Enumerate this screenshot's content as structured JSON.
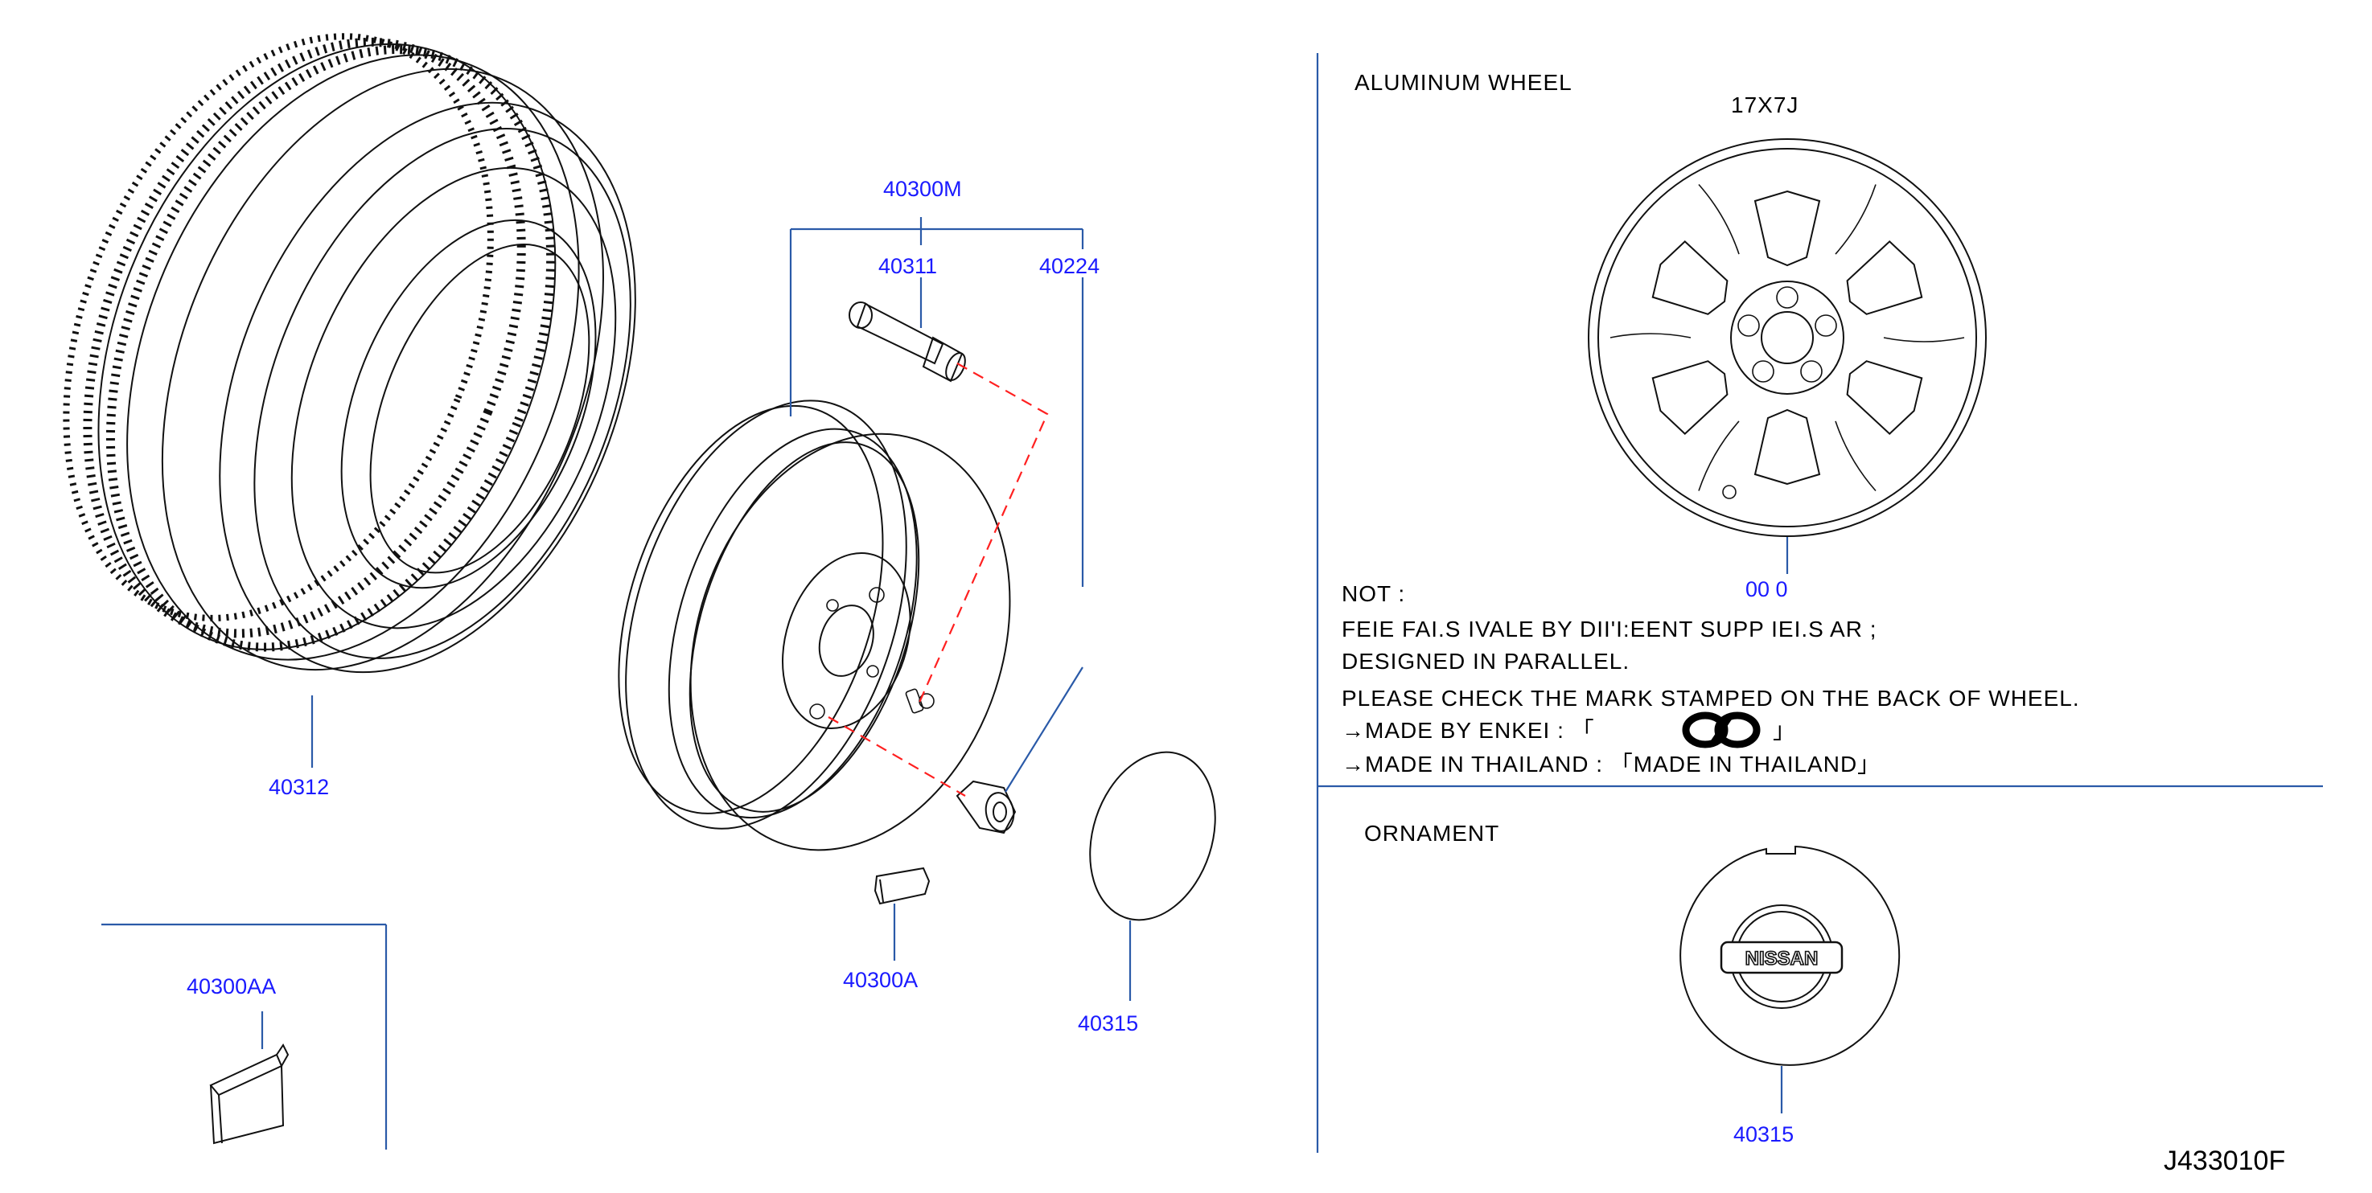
{
  "part_labels": {
    "tire": "40312",
    "wheel_assembly": "40300M",
    "valve": "40311",
    "nut": "40224",
    "balance_weight": "40300A",
    "cap": "40315",
    "weight_block": "40300AA",
    "ornament_cap": "40315",
    "alloy_wheel_partial": "00 0"
  },
  "aluminum_wheel": {
    "title": "ALUMINUM   WHEEL",
    "size": "17X7J"
  },
  "note": {
    "heading": "NOT :",
    "lines": [
      " FEIE  FAI.S  IVALE   BY  DII'I:EENT   SUPP IEI.S  AR ;",
      "DESIGNED   IN   PARALLEL.",
      "PLEASE   CHECK   THE   MARK   STAMPED   ON   THE   BACK   OF   WHEEL."
    ],
    "made_by": "→MADE   BY   ENKEI   :  「",
    "made_by_end": "」",
    "made_in": "→MADE   IN   THAILAND   :  「MADE   IN   THAILAND」"
  },
  "ornament": {
    "title": "ORNAMENT",
    "brand": "NISSAN"
  },
  "reference_code": "J433010F",
  "colors": {
    "label_blue": "#1a1aff",
    "leader_blue": "#2a5aa8",
    "dash_red": "#ff2020",
    "line_black": "#111111"
  }
}
